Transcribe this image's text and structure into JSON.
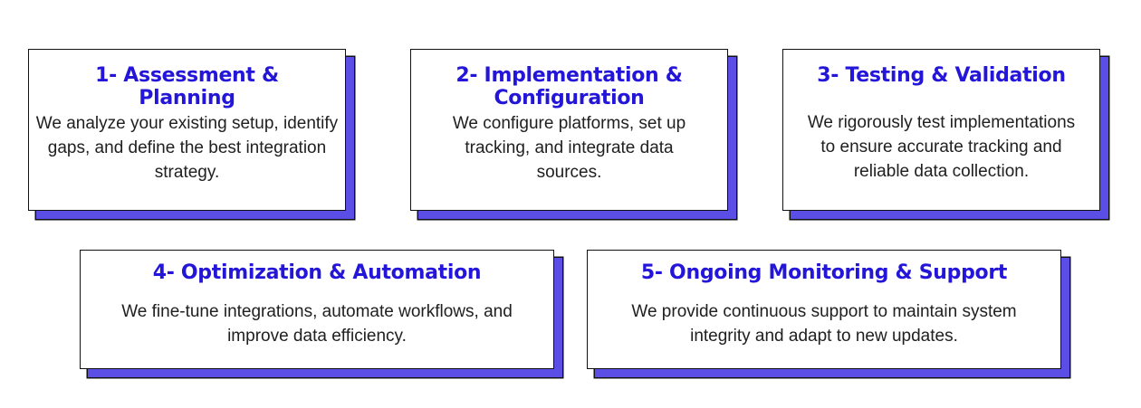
{
  "steps": [
    {
      "title": "1- Assessment & Planning",
      "description": "We analyze your existing setup, identify gaps, and define the best integration strategy."
    },
    {
      "title": "2- Implementation & Configuration",
      "description": "We configure platforms, set up tracking, and integrate data sources."
    },
    {
      "title": "3- Testing & Validation",
      "description": "We rigorously test implementations to ensure accurate tracking and reliable data collection."
    },
    {
      "title": "4- Optimization & Automation",
      "description": "We fine-tune integrations, automate workflows, and improve data efficiency."
    },
    {
      "title": "5- Ongoing Monitoring & Support",
      "description": "We provide continuous support to maintain system integrity and adapt to new updates."
    }
  ],
  "colors": {
    "title": "#2416d9",
    "shadow": "#5b4ee6",
    "border": "#111111",
    "text": "#202020"
  }
}
